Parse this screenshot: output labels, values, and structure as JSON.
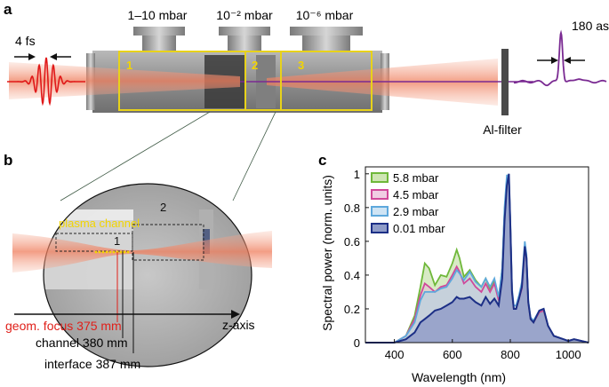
{
  "panel_a": {
    "label": "a",
    "pulse_in": "4 fs",
    "pressures": [
      "1–10 mbar",
      "10⁻² mbar",
      "10⁻⁶ mbar"
    ],
    "chambers": [
      "1",
      "2",
      "3"
    ],
    "filter": "Al-filter",
    "pulse_out": "180 as",
    "colors": {
      "beam": "#f08a6a",
      "pulse_in": "#e01818",
      "pulse_out": "#7a2a92",
      "frame": "#e8d21a"
    }
  },
  "panel_b": {
    "label": "b",
    "plasma_channel": "plasma channel",
    "region1": "1",
    "region2": "2",
    "axis": "z-axis",
    "geom_focus": "geom. focus 375 mm",
    "channel": "channel 380 mm",
    "interface": "interface 387 mm",
    "colors": {
      "geom_focus": "#e0201a",
      "plasma_label": "#f2d400"
    }
  },
  "panel_c": {
    "label": "c",
    "chart_data": {
      "type": "area",
      "xlabel": "Wavelength (nm)",
      "ylabel": "Spectral power (norm. units)",
      "xlim": [
        300,
        1070
      ],
      "ylim": [
        0,
        1.02
      ],
      "xticks": [
        400,
        600,
        800,
        1000
      ],
      "yticks": [
        0,
        0.2,
        0.4,
        0.6,
        0.8,
        1
      ],
      "ytick_labels": [
        "0",
        "0.2",
        "0.4",
        "0.6",
        "0.8",
        "1"
      ],
      "grid": false,
      "legend_position": "top-left",
      "series": [
        {
          "name": "5.8 mbar",
          "color": "#6fb83a",
          "x": [
            300,
            400,
            440,
            470,
            490,
            505,
            520,
            540,
            560,
            580,
            600,
            615,
            625,
            640,
            660,
            680,
            700,
            715,
            730,
            745,
            760,
            772,
            780,
            788,
            795,
            800,
            806,
            812,
            820,
            830,
            840,
            850,
            856,
            862,
            870,
            880,
            900,
            915,
            930,
            950,
            1000,
            1020,
            1070
          ],
          "y": [
            0,
            0,
            0.04,
            0.16,
            0.33,
            0.47,
            0.44,
            0.34,
            0.4,
            0.39,
            0.47,
            0.55,
            0.5,
            0.39,
            0.43,
            0.37,
            0.33,
            0.38,
            0.32,
            0.37,
            0.26,
            0.44,
            0.78,
            0.96,
            0.97,
            0.7,
            0.3,
            0.2,
            0.2,
            0.27,
            0.33,
            0.57,
            0.5,
            0.24,
            0.14,
            0.12,
            0.18,
            0.19,
            0.1,
            0.04,
            0.01,
            0.02,
            0
          ]
        },
        {
          "name": "4.5 mbar",
          "color": "#d0489a",
          "x": [
            300,
            400,
            440,
            470,
            490,
            505,
            520,
            540,
            560,
            580,
            600,
            615,
            625,
            640,
            660,
            680,
            700,
            715,
            730,
            745,
            760,
            772,
            780,
            788,
            795,
            800,
            806,
            812,
            820,
            830,
            840,
            850,
            856,
            862,
            870,
            880,
            900,
            915,
            930,
            950,
            1000,
            1020,
            1070
          ],
          "y": [
            0,
            0,
            0.04,
            0.14,
            0.28,
            0.35,
            0.33,
            0.3,
            0.33,
            0.34,
            0.4,
            0.45,
            0.42,
            0.35,
            0.38,
            0.33,
            0.3,
            0.35,
            0.3,
            0.35,
            0.25,
            0.42,
            0.77,
            0.96,
            0.98,
            0.7,
            0.3,
            0.2,
            0.2,
            0.26,
            0.32,
            0.56,
            0.5,
            0.24,
            0.14,
            0.12,
            0.18,
            0.19,
            0.1,
            0.04,
            0.01,
            0.02,
            0
          ]
        },
        {
          "name": "2.9 mbar",
          "color": "#5ea8dc",
          "x": [
            300,
            400,
            440,
            470,
            490,
            505,
            520,
            540,
            560,
            580,
            600,
            615,
            625,
            640,
            660,
            680,
            700,
            715,
            730,
            745,
            760,
            772,
            780,
            788,
            795,
            800,
            806,
            812,
            820,
            830,
            840,
            850,
            856,
            862,
            870,
            880,
            900,
            915,
            930,
            950,
            1000,
            1020,
            1070
          ],
          "y": [
            0,
            0,
            0.04,
            0.12,
            0.25,
            0.3,
            0.3,
            0.3,
            0.32,
            0.33,
            0.38,
            0.43,
            0.41,
            0.37,
            0.42,
            0.36,
            0.33,
            0.38,
            0.33,
            0.38,
            0.27,
            0.44,
            0.8,
            0.99,
            0.99,
            0.72,
            0.32,
            0.22,
            0.22,
            0.28,
            0.36,
            0.6,
            0.52,
            0.25,
            0.15,
            0.13,
            0.19,
            0.2,
            0.1,
            0.04,
            0.01,
            0.02,
            0
          ]
        },
        {
          "name": "0.01 mbar",
          "color": "#1c2f86",
          "x": [
            300,
            400,
            440,
            470,
            490,
            505,
            520,
            540,
            560,
            580,
            600,
            615,
            625,
            640,
            660,
            680,
            700,
            715,
            730,
            745,
            760,
            772,
            780,
            788,
            795,
            800,
            806,
            812,
            820,
            830,
            840,
            850,
            856,
            862,
            870,
            880,
            900,
            915,
            930,
            950,
            1000,
            1020,
            1070
          ],
          "y": [
            0,
            0,
            0.02,
            0.06,
            0.12,
            0.14,
            0.16,
            0.19,
            0.2,
            0.22,
            0.24,
            0.27,
            0.26,
            0.26,
            0.27,
            0.24,
            0.22,
            0.27,
            0.23,
            0.26,
            0.22,
            0.38,
            0.72,
            0.93,
            1.0,
            0.7,
            0.3,
            0.2,
            0.2,
            0.26,
            0.33,
            0.57,
            0.5,
            0.24,
            0.14,
            0.12,
            0.19,
            0.2,
            0.1,
            0.04,
            0.01,
            0.02,
            0
          ]
        }
      ]
    }
  }
}
